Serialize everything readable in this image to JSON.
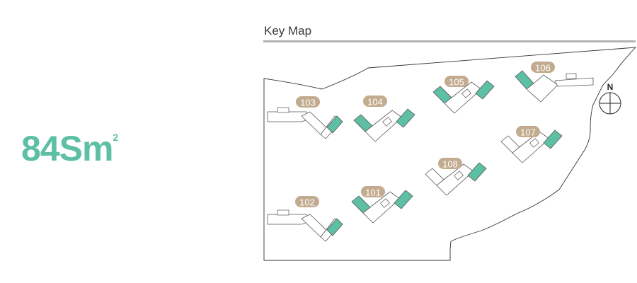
{
  "unit": {
    "size_value": "84Sm",
    "size_superscript": "2"
  },
  "key_map": {
    "title": "Key Map",
    "north_label": "N",
    "badge_color": "#c2ab8f",
    "highlight_color": "#5dbfa4",
    "outline_color": "#555555",
    "buildings": [
      {
        "label": "103"
      },
      {
        "label": "104"
      },
      {
        "label": "105"
      },
      {
        "label": "106"
      },
      {
        "label": "107"
      },
      {
        "label": "108"
      },
      {
        "label": "101"
      },
      {
        "label": "102"
      }
    ]
  }
}
